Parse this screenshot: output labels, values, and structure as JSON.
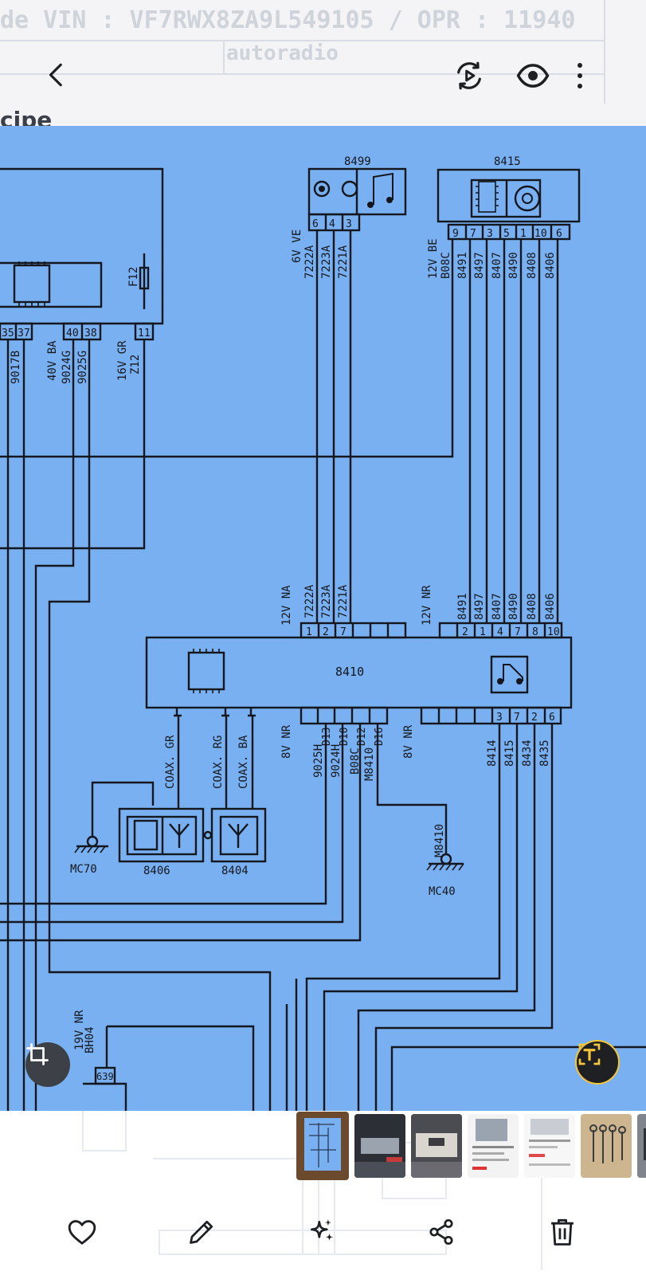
{
  "document": {
    "vin_line": "de VIN : VF7RWX8ZA9L549105 / OPR : 11940",
    "subtitle": "autoradio",
    "caption": "cipe"
  },
  "toolbar": {
    "back_icon": "chevron-left-icon",
    "motion_icon": "motion-photo-icon",
    "view_icon": "eye-icon",
    "more_icon": "more-vertical-icon"
  },
  "diagram": {
    "components": {
      "c8499": "8499",
      "c8415": "8415",
      "c8410": "8410",
      "c8406": "8406",
      "c8404": "8404",
      "fuse": "F12",
      "mc70": "MC70",
      "mc40": "MC40",
      "bh04": "BH04",
      "c639": "639"
    },
    "connectors": {
      "c8499_pins": [
        "6",
        "4",
        "3"
      ],
      "c8415_pins": [
        "9",
        "7",
        "3",
        "5",
        "1",
        "10",
        "6"
      ],
      "c8410_top_left_pins": [
        "1",
        "2",
        "7"
      ],
      "c8410_top_right_pins": [
        "2",
        "1",
        "4",
        "7",
        "8",
        "10"
      ],
      "c8410_bottom_left_pins": [
        "D13",
        "D10",
        "D12",
        "D16"
      ],
      "c8410_bottom_right_pins": [
        "3",
        "7",
        "2",
        "6"
      ],
      "left_pins": [
        "35",
        "37",
        "40",
        "38",
        "11"
      ]
    },
    "labels": {
      "c8499_spec": "6V VE",
      "c8415_spec": "12V BE",
      "c8415_b08c": "B08C",
      "c8410_left_spec": "12V NA",
      "c8410_right_spec": "12V NR",
      "c8410_bottom_spec_a": "8V NR",
      "c8410_bottom_spec_b": "8V NR",
      "left_spec_a": "40V BA",
      "left_spec_b": "16V GR",
      "left_z12": "Z12",
      "bh_spec": "19V NR",
      "coax_gr": "COAX. GR",
      "coax_rg": "COAX. RG",
      "coax_ba": "COAX. BA",
      "m8410": "M8410",
      "m8410_b": "M8410",
      "b08c_b": "B08C"
    },
    "wires": {
      "w8499": [
        "7222A",
        "7223A",
        "7221A"
      ],
      "w8415": [
        "8491",
        "8497",
        "8407",
        "8490",
        "8408",
        "8406"
      ],
      "w8410_left": [
        "7222A",
        "7223A",
        "7221A"
      ],
      "w8410_right": [
        "8491",
        "8497",
        "8407",
        "8490",
        "8408",
        "8406"
      ],
      "w8410_bottom_left": [
        "9025H",
        "9024H"
      ],
      "w8410_bottom_right": [
        "8414",
        "8415",
        "8434",
        "8435"
      ],
      "left_wires": [
        "9017B",
        "9024G",
        "9025G"
      ]
    }
  },
  "filmstrip": {
    "count": 7,
    "active_index": 0
  },
  "actions": {
    "favorite_icon": "heart-icon",
    "edit_icon": "pencil-icon",
    "enhance_icon": "sparkle-icon",
    "share_icon": "share-icon",
    "delete_icon": "trash-icon"
  },
  "floating": {
    "crop_icon": "crop-icon",
    "text_icon": "text-extract-icon"
  },
  "colors": {
    "photo_blue": "#79b0f1",
    "ink": "#14171d",
    "accent_yellow": "#f6c63a",
    "fab_dark": "#3d4046"
  }
}
